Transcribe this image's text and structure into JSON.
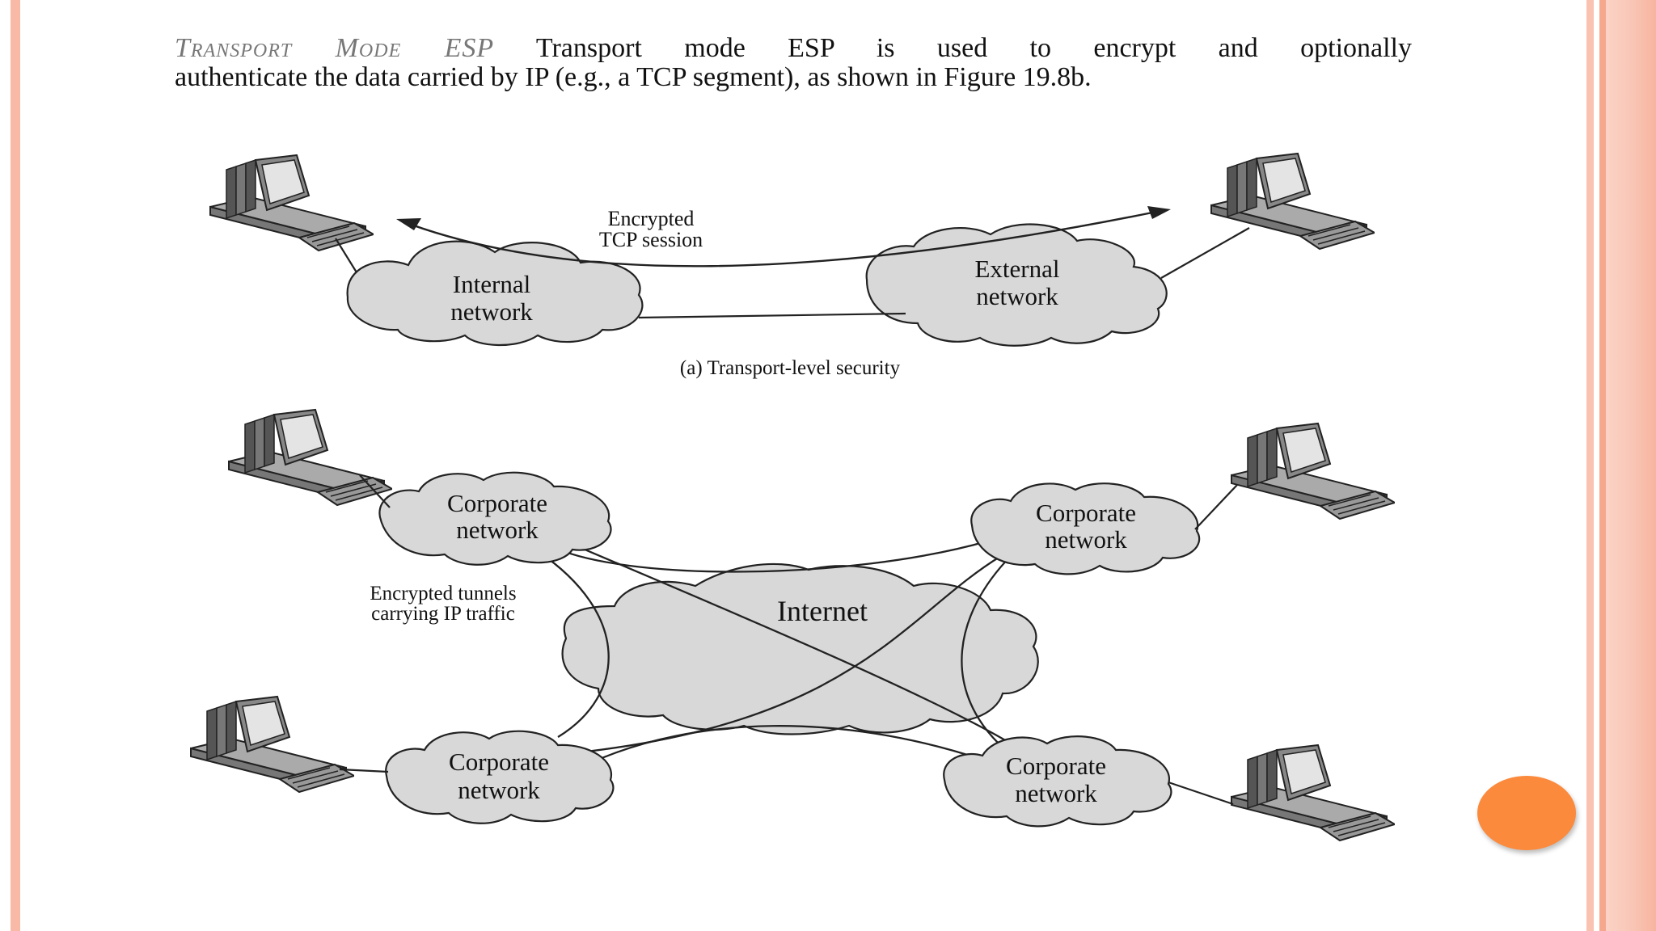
{
  "heading": {
    "lead": "Transport Mode ESP",
    "line1": "Transport mode ESP is used to encrypt and optionally",
    "line2": "authenticate the data carried by IP (e.g., a TCP segment), as shown in Figure 19.8b."
  },
  "diagram_a": {
    "session_label_1": "Encrypted",
    "session_label_2": "TCP session",
    "internal_1": "Internal",
    "internal_2": "network",
    "external_1": "External",
    "external_2": "network",
    "caption": "(a) Transport-level security"
  },
  "diagram_b": {
    "corporate_1": "Corporate",
    "corporate_2": "network",
    "internet": "Internet",
    "tunnels_1": "Encrypted tunnels",
    "tunnels_2": "carrying IP traffic"
  },
  "colors": {
    "left_stripe": "#f8b9a6",
    "right_band": "#f7b49f",
    "orange_dot": "#fb8a3c",
    "cloud_fill": "#d8d8d8"
  }
}
